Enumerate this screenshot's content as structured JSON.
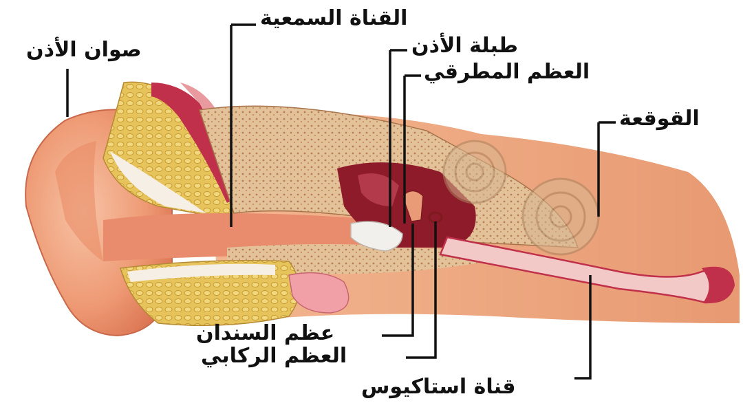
{
  "labels": {
    "auricle": "صوان الأذن",
    "ear_canal": "القناة السمعية",
    "eardrum": "طبلة الأذن",
    "malleus": "العظم المطرقي",
    "cochlea": "القوقعة",
    "incus": "عظم السندان",
    "stapes": "العظم الركابي",
    "eustachian_tube": "قناة استاكيوس"
  },
  "colors": {
    "skin": "#f0a27c",
    "cartilage": "#e8c25a",
    "bone": "#e6c59b",
    "canal_red": "#c0304a",
    "middle_ear": "#8e1b2a",
    "line": "#111111"
  }
}
